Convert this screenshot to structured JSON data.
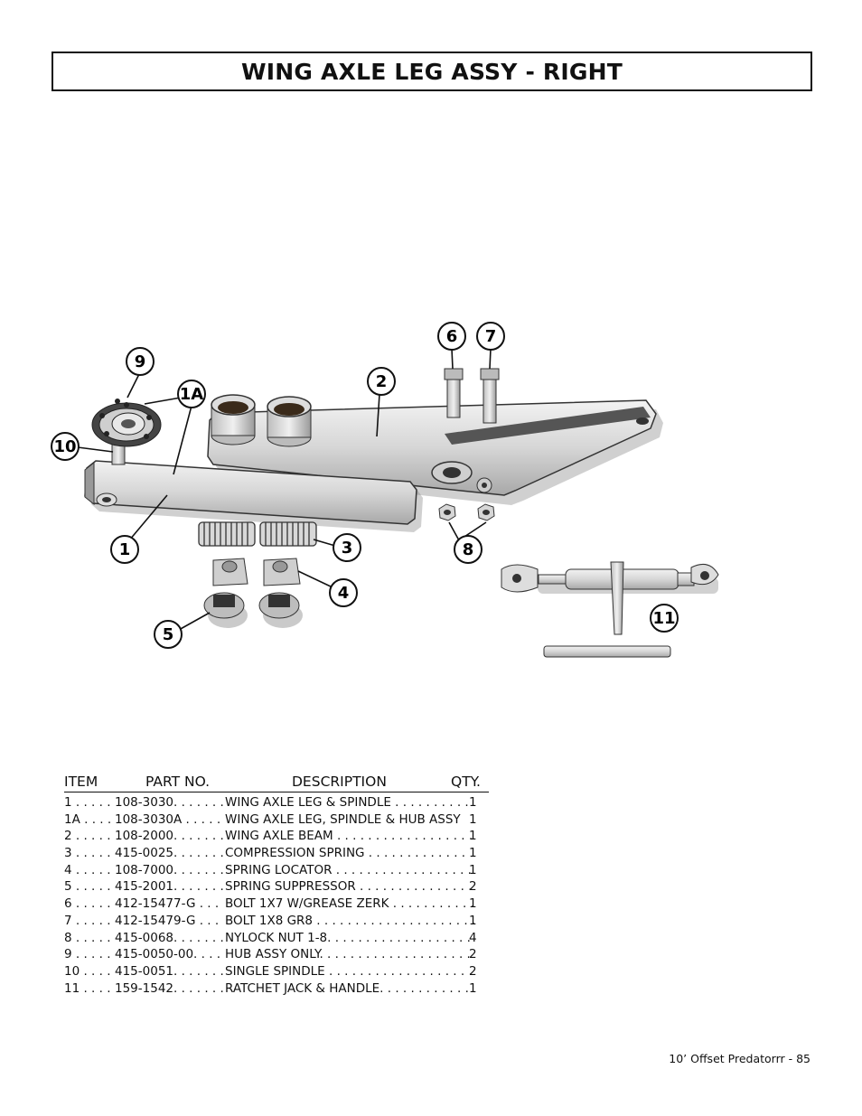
{
  "title": "WING AXLE LEG ASSY - RIGHT",
  "callouts": [
    "9",
    "1A",
    "10",
    "1",
    "2",
    "6",
    "7",
    "3",
    "8",
    "4",
    "5",
    "11"
  ],
  "table": {
    "headers": {
      "item": "ITEM",
      "part": "PART NO.",
      "desc": "DESCRIPTION",
      "qty": "QTY."
    },
    "rows": [
      {
        "item": "1 . . . . .",
        "part": "108-3030. . . . . . .",
        "desc": "WING AXLE LEG & SPINDLE . . . . . . . . . .",
        "qty": "1"
      },
      {
        "item": "1A . . . .",
        "part": "108-3030A . . . . .",
        "desc": "WING AXLE LEG, SPINDLE & HUB ASSY",
        "qty": "1"
      },
      {
        "item": "2 . . . . .",
        "part": "108-2000. . . . . . .",
        "desc": "WING AXLE BEAM . . . . . . . . . . . . . . . . . .",
        "qty": "1"
      },
      {
        "item": "3 . . . . .",
        "part": "415-0025. . . . . . .",
        "desc": "COMPRESSION SPRING . . . . . . . . . . . . .",
        "qty": "1"
      },
      {
        "item": "4 . . . . .",
        "part": "108-7000. . . . . . .",
        "desc": "SPRING LOCATOR . . . . . . . . . . . . . . . . . .",
        "qty": "1"
      },
      {
        "item": "5 . . . . .",
        "part": "415-2001. . . . . . .",
        "desc": "SPRING SUPPRESSOR . . . . . . . . . . . . . . .",
        "qty": "2"
      },
      {
        "item": "6 . . . . .",
        "part": "412-15477-G . . .",
        "desc": "BOLT 1X7 W/GREASE ZERK . . . . . . . . . . .",
        "qty": "1"
      },
      {
        "item": "7 . . . . .",
        "part": "412-15479-G . . .",
        "desc": "BOLT 1X8 GR8 . . . . . . . . . . . . . . . . . . . . .",
        "qty": "1"
      },
      {
        "item": "8 . . . . .",
        "part": "415-0068. . . . . . .",
        "desc": "NYLOCK NUT 1-8. . . . . . . . . . . . . . . . . . .",
        "qty": "4"
      },
      {
        "item": "9 . . . . .",
        "part": "415-0050-00. . . .",
        "desc": "HUB ASSY ONLY. . . . . . . . . . . . . . . . . . . .",
        "qty": "2"
      },
      {
        "item": "10 . . . .",
        "part": "415-0051. . . . . . .",
        "desc": "SINGLE SPINDLE . . . . . . . . . . . . . . . . . . .",
        "qty": "2"
      },
      {
        "item": "11 . . . .",
        "part": "159-1542. . . . . . .",
        "desc": "RATCHET JACK & HANDLE. . . . . . . . . . . .",
        "qty": "1"
      }
    ]
  },
  "footer": "10’ Offset Predatorrr - 85"
}
